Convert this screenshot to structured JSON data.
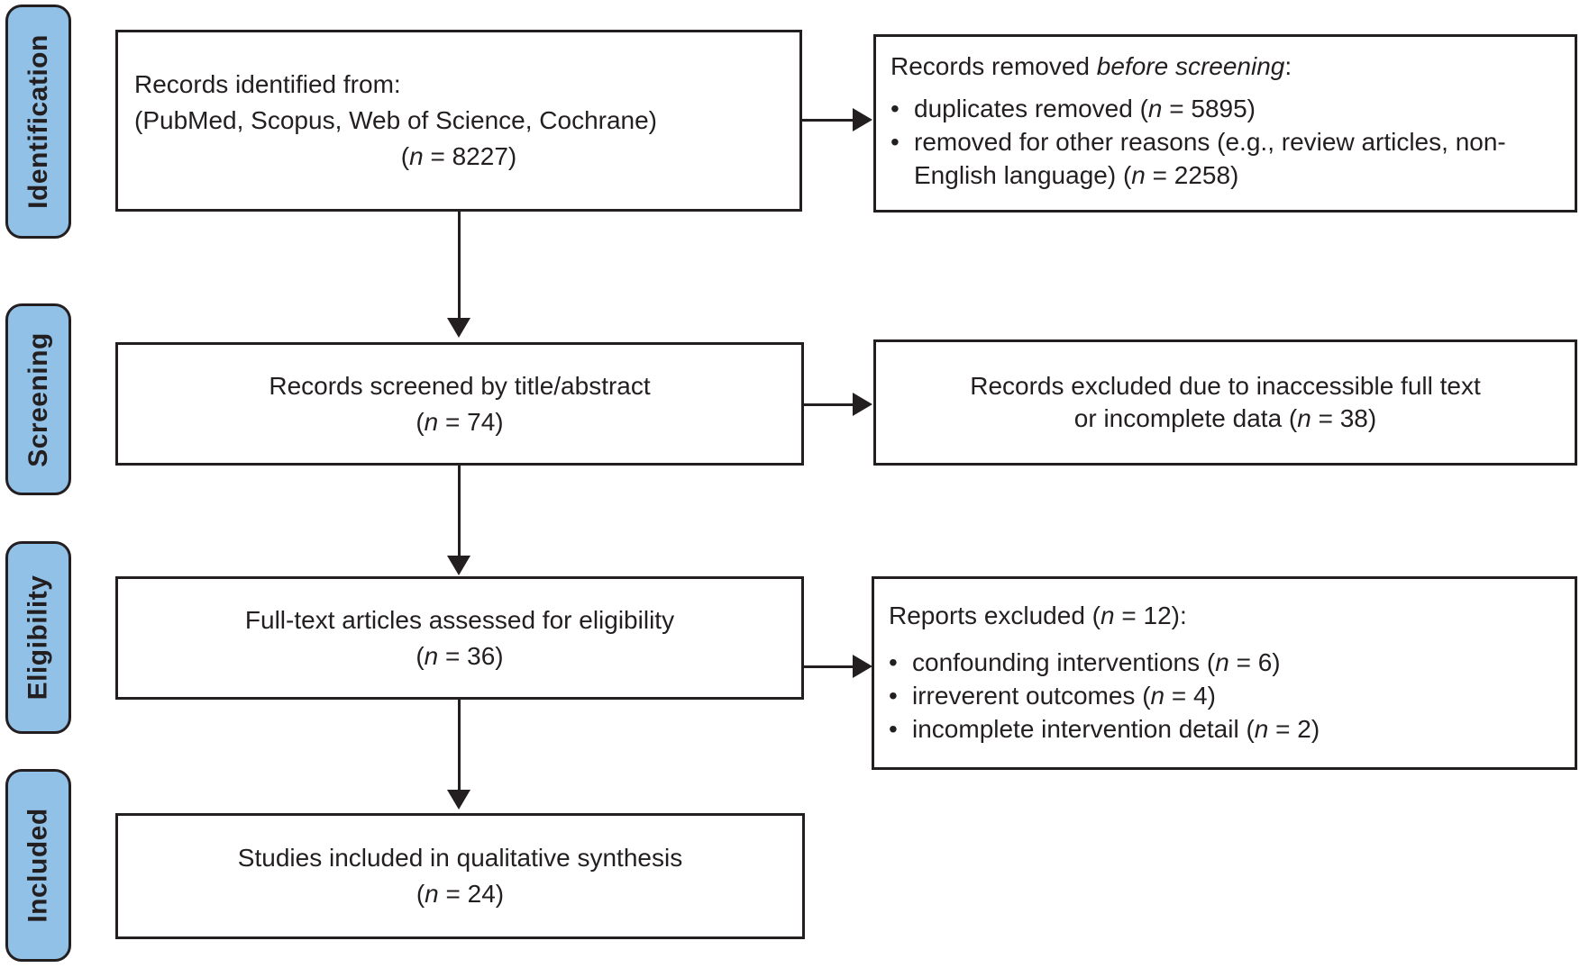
{
  "palette": {
    "badge_fill": "#92C1E8",
    "outline": "#231F20",
    "background": "#FFFFFF"
  },
  "glyphs": {
    "bullet": "•"
  },
  "stages": [
    {
      "label": "Identification"
    },
    {
      "label": "Screening"
    },
    {
      "label": "Eligibility"
    },
    {
      "label": "Included"
    }
  ],
  "flow_boxes": {
    "records_identified": {
      "line1": "Records identified from:",
      "line2": "(PubMed, Scopus, Web of Science, Cochrane)",
      "count_open": "(",
      "count_var": "n",
      "count_rest": " = 8227)"
    },
    "records_screened": {
      "line1": "Records screened by title/abstract",
      "count_open": "(",
      "count_var": "n",
      "count_rest": " = 74)"
    },
    "fulltext_assessed": {
      "line1": "Full-text articles assessed for eligibility",
      "count_open": "(",
      "count_var": "n",
      "count_rest": " = 36)"
    },
    "studies_included": {
      "line1": "Studies included in qualitative synthesis",
      "count_open": "(",
      "count_var": "n",
      "count_rest": " = 24)"
    }
  },
  "side_boxes": {
    "removed_before_screening": {
      "title_pre": "Records removed ",
      "title_italic": "before screening",
      "title_post": ":",
      "bullets": [
        {
          "pre": "duplicates removed (",
          "var": "n",
          "post": " = 5895)"
        },
        {
          "pre": "removed for other reasons (e.g., review articles, non-English language) (",
          "var": "n",
          "post": " = 2258)"
        }
      ]
    },
    "excluded_at_screening": {
      "line1": "Records excluded due to inaccessible full text",
      "line2_pre": "or incomplete data (",
      "line2_var": "n",
      "line2_post": " = 38)"
    },
    "reports_excluded": {
      "title_pre": "Reports excluded (",
      "title_var": "n",
      "title_post": " = 12):",
      "bullets": [
        {
          "pre": "confounding interventions (",
          "var": "n",
          "post": " = 6)"
        },
        {
          "pre": "irreverent outcomes (",
          "var": "n",
          "post": " = 4)"
        },
        {
          "pre": "incomplete intervention detail (",
          "var": "n",
          "post": " = 2)"
        }
      ]
    }
  }
}
